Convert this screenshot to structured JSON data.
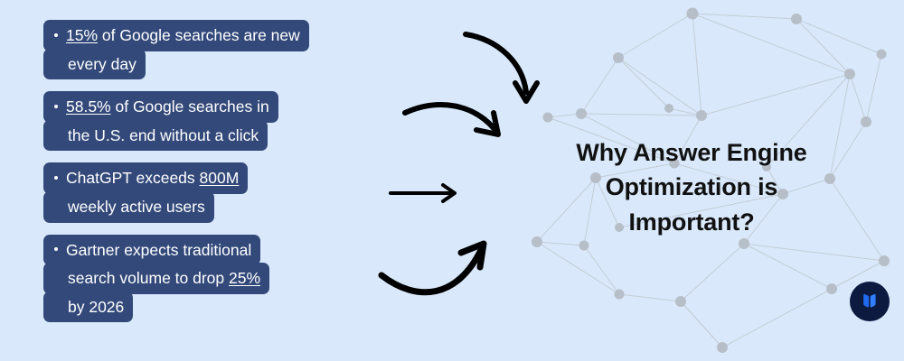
{
  "theme": {
    "background": "#d9e9fb",
    "pill_background": "#33497a",
    "pill_text": "#ffffff",
    "heading_text": "#111111",
    "node_color": "#b6bec7",
    "link_color": "#c3ccd6",
    "logo_circle": "#0c1a40",
    "logo_mark": "#1f6af0",
    "arrow_color": "#000000"
  },
  "bullets": [
    {
      "id": "bullet-new-searches",
      "lines": [
        "15% of Google searches are new",
        "every day"
      ],
      "highlight": "15%"
    },
    {
      "id": "bullet-zero-click",
      "lines": [
        "58.5% of Google searches in",
        "the U.S. end without a click"
      ],
      "highlight": "58.5%"
    },
    {
      "id": "bullet-chatgpt-users",
      "lines": [
        "ChatGPT exceeds 800M",
        "weekly active users"
      ],
      "highlight": "800M"
    },
    {
      "id": "bullet-gartner-forecast",
      "lines": [
        "Gartner expects traditional",
        "search volume to drop 25%",
        "by 2026"
      ],
      "highlight": "25%"
    }
  ],
  "bullet_text": {
    "b1l1_a": "15%",
    "b1l1_b": " of Google searches are new",
    "b1l2": "every day",
    "b2l1_a": "58.5%",
    "b2l1_b": " of Google searches in",
    "b2l2": "the U.S. end without a click",
    "b3l1_a": "ChatGPT exceeds ",
    "b3l1_b": "800M",
    "b3l2": "weekly active users",
    "b4l1": "Gartner expects traditional",
    "b4l2_a": "search volume to drop ",
    "b4l2_b": "25%",
    "b4l3": "by 2026"
  },
  "heading": {
    "line1": "Why Answer Engine",
    "line2": "Optimization is",
    "line3": "Important?",
    "full_text": "Why Answer Engine Optimization is Important?"
  },
  "arrows": [
    {
      "name": "arrow-curved-down-right",
      "style": "curved",
      "direction": "down-right"
    },
    {
      "name": "arrow-curved-right-down",
      "style": "curved",
      "direction": "right-down"
    },
    {
      "name": "arrow-straight-right",
      "style": "straight",
      "direction": "right"
    },
    {
      "name": "arrow-curved-up-right",
      "style": "curved",
      "direction": "up-right"
    }
  ],
  "logo": {
    "name": "brand-logo",
    "mark": "W"
  },
  "network": {
    "nodes": [
      [
        186,
        15,
        6.5
      ],
      [
        104,
        64,
        6
      ],
      [
        301,
        21,
        6
      ],
      [
        63,
        126,
        6
      ],
      [
        196,
        128,
        6
      ],
      [
        360,
        82,
        6
      ],
      [
        378,
        135,
        6
      ],
      [
        160,
        120,
        5
      ],
      [
        26,
        130,
        5.5
      ],
      [
        166,
        181,
        5.5
      ],
      [
        79,
        197,
        6
      ],
      [
        338,
        198,
        6
      ],
      [
        286,
        215,
        6
      ],
      [
        14,
        268,
        6
      ],
      [
        66,
        272,
        5.5
      ],
      [
        105,
        326,
        5.5
      ],
      [
        173,
        334,
        6
      ],
      [
        243,
        270,
        6
      ],
      [
        105,
        252,
        5
      ],
      [
        219,
        385,
        6
      ],
      [
        398,
        289,
        6
      ],
      [
        395,
        60,
        5.5
      ],
      [
        340,
        320,
        6
      ],
      [
        268,
        185,
        5
      ]
    ],
    "links": [
      [
        0,
        1
      ],
      [
        0,
        4
      ],
      [
        0,
        2
      ],
      [
        1,
        3
      ],
      [
        1,
        4
      ],
      [
        2,
        5
      ],
      [
        2,
        21
      ],
      [
        3,
        4
      ],
      [
        4,
        7
      ],
      [
        4,
        5
      ],
      [
        5,
        6
      ],
      [
        5,
        11
      ],
      [
        6,
        21
      ],
      [
        3,
        8
      ],
      [
        8,
        9
      ],
      [
        9,
        10
      ],
      [
        9,
        12
      ],
      [
        10,
        14
      ],
      [
        11,
        12
      ],
      [
        12,
        17
      ],
      [
        13,
        14
      ],
      [
        14,
        15
      ],
      [
        15,
        16
      ],
      [
        16,
        19
      ],
      [
        17,
        20
      ],
      [
        17,
        22
      ],
      [
        19,
        22
      ],
      [
        22,
        20
      ],
      [
        11,
        6
      ],
      [
        12,
        23
      ],
      [
        23,
        5
      ],
      [
        10,
        18
      ],
      [
        18,
        12
      ],
      [
        13,
        10
      ],
      [
        16,
        17
      ],
      [
        0,
        5
      ],
      [
        9,
        4
      ],
      [
        19,
        16
      ],
      [
        7,
        1
      ],
      [
        3,
        9
      ],
      [
        11,
        20
      ],
      [
        13,
        15
      ]
    ]
  }
}
